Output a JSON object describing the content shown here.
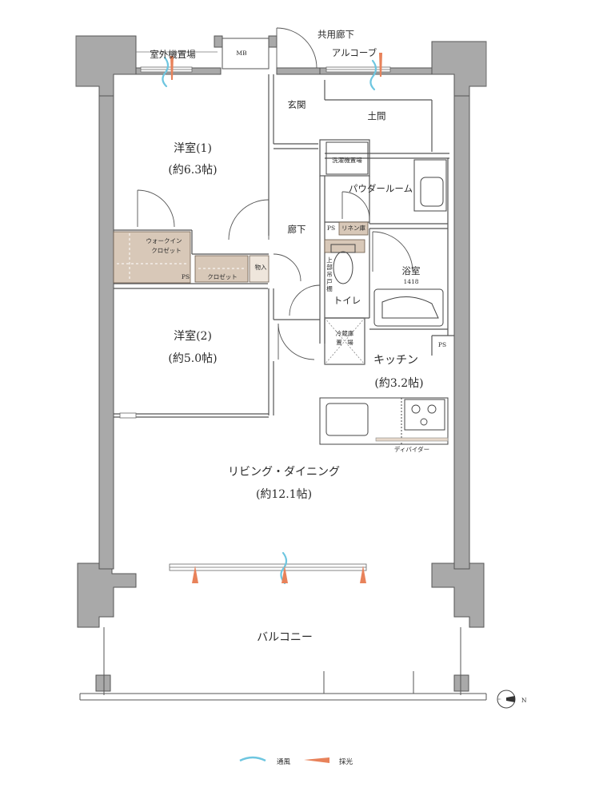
{
  "rooms": {
    "bedroom1_name": "洋室(1)",
    "bedroom1_size": "(約6.3帖)",
    "bedroom2_name": "洋室(2)",
    "bedroom2_size": "(約5.0帖)",
    "ldk_name": "リビング・ダイニング",
    "ldk_size": "(約12.1帖)",
    "kitchen_name": "キッチン",
    "kitchen_size": "(約3.2帖)",
    "bath_name": "浴室",
    "bath_size": "1418",
    "powder": "パウダールーム",
    "toilet": "トイレ",
    "entrance": "玄関",
    "doma": "土間",
    "corridor": "廊下",
    "balcony": "バルコニー",
    "common_corridor": "共用廊下",
    "alcove": "アルコーブ",
    "outdoor_unit": "室外機置場",
    "mb": "MB"
  },
  "fixtures": {
    "wic_line1": "ウォークイン",
    "wic_line2": "クロゼット",
    "closet": "クロゼット",
    "storage": "物入",
    "linen": "リネン庫",
    "laundry": "洗濯機置場",
    "fridge_1": "冷蔵庫",
    "fridge_2": "置",
    "fridge_3": "場",
    "divider": "ディバイダー",
    "upper_cabinet": [
      "上",
      "部",
      "吊",
      "戸",
      "棚"
    ],
    "ps": "PS"
  },
  "legend": {
    "ventilation": "通風",
    "daylight": "採光"
  },
  "colors": {
    "wall": "#a9a9a9",
    "wall_edge": "#555555",
    "closet_fill": "#d8c8b8",
    "ventilation": "#6ec6e0",
    "daylight": "#e8825a"
  },
  "compass": "N"
}
